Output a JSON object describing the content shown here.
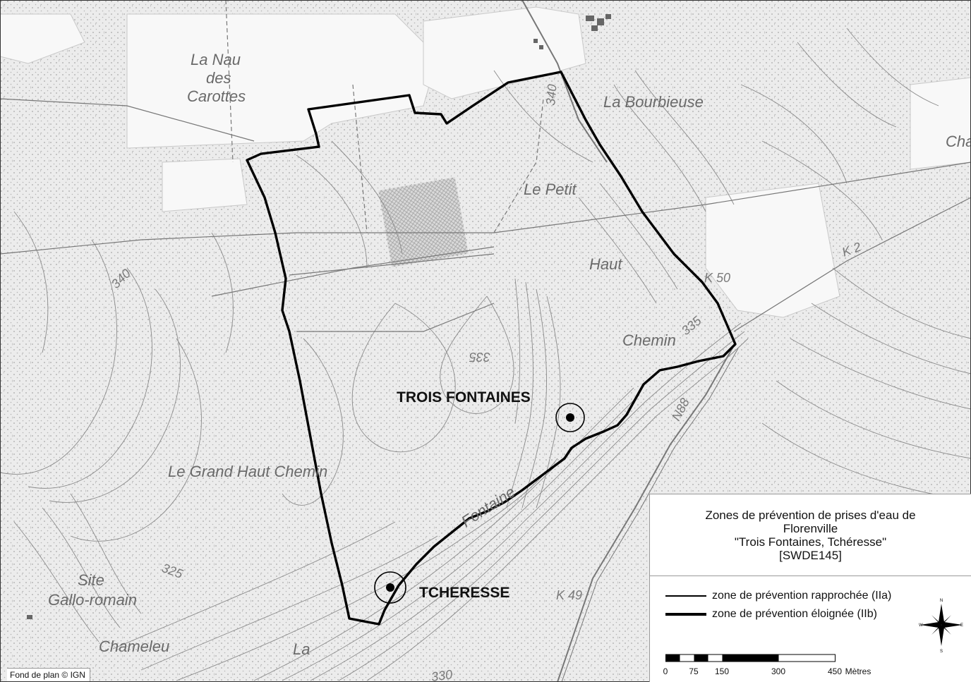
{
  "map": {
    "places": {
      "la_nau": "La Nau",
      "des": "des",
      "carottes": "Carottes",
      "la_bourbieuse": "La Bourbieuse",
      "cha": "Cha",
      "le_petit": "Le Petit",
      "haut": "Haut",
      "chemin": "Chemin",
      "grand_haut_chemin": "Le Grand Haut Chemin",
      "fontaine": "Fontaine",
      "site": "Site",
      "gallo_romain": "Gallo-romain",
      "chameleu": "Chameleu",
      "la": "La"
    },
    "contours": {
      "c340_top": "340",
      "c340_left": "340",
      "c335_center": "335",
      "c335_right": "335",
      "c325": "325",
      "c330": "330"
    },
    "roads": {
      "k2": "K 2",
      "k50": "K 50",
      "k49": "K 49",
      "n88": "N88"
    },
    "wells": {
      "trois_fontaines": "TROIS FONTAINES",
      "tcheresse": "TCHERESSE"
    }
  },
  "legend": {
    "title_lines": [
      "Zones de prévention de prises d'eau de",
      "Florenville",
      "\"Trois Fontaines, Tchéresse\"",
      "[SWDE145]"
    ],
    "items": [
      {
        "label": "zone de prévention rapprochée (IIa)"
      },
      {
        "label": "zone de prévention éloignée (IIb)"
      }
    ],
    "scale": {
      "ticks": [
        "0",
        "75",
        "150",
        "300",
        "450"
      ],
      "unit": "Mètres"
    },
    "compass": {
      "n": "N",
      "s": "S",
      "e": "E",
      "w": "W"
    }
  },
  "credit": "Fond de plan © IGN"
}
